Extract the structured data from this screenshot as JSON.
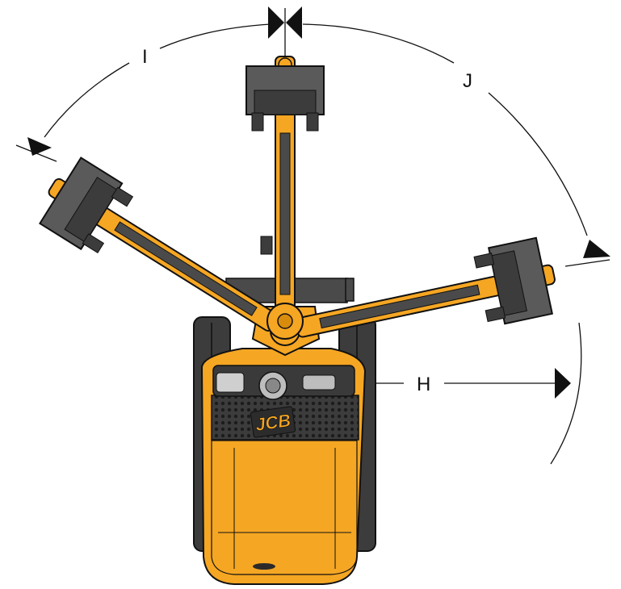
{
  "diagram": {
    "labels": {
      "h": "H",
      "i": "I",
      "j": "J"
    },
    "brand": {
      "logo_text": "JCB"
    },
    "colors": {
      "body": "#f5a623",
      "body_dark": "#d98b0c",
      "outline": "#111111",
      "grey": "#5a5a5a",
      "grey_dark": "#3c3c3c",
      "line": "#111111",
      "background": "#ffffff"
    }
  }
}
